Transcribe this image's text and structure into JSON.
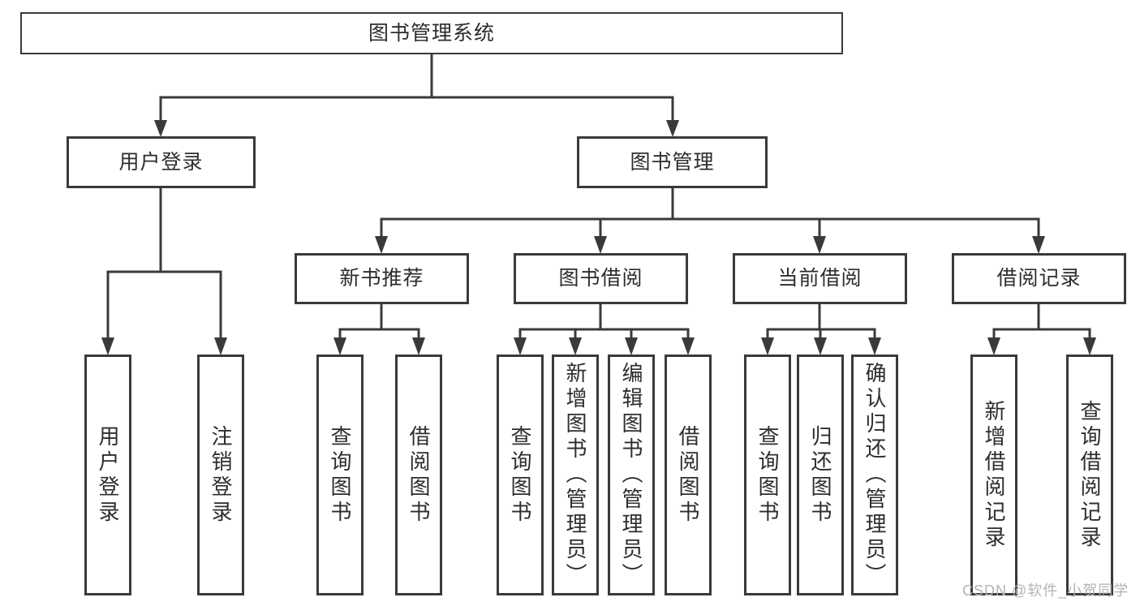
{
  "tree": {
    "root": {
      "label": "图书管理系统"
    },
    "children": [
      {
        "label": "用户登录",
        "children": [
          {
            "label": "用户登录"
          },
          {
            "label": "注销登录"
          }
        ]
      },
      {
        "label": "图书管理",
        "children": [
          {
            "label": "新书推荐",
            "children": [
              {
                "label": "查询图书"
              },
              {
                "label": "借阅图书"
              }
            ]
          },
          {
            "label": "图书借阅",
            "children": [
              {
                "label": "查询图书"
              },
              {
                "label": "新增图书（管理员）"
              },
              {
                "label": "编辑图书（管理员）"
              },
              {
                "label": "借阅图书"
              }
            ]
          },
          {
            "label": "当前借阅",
            "children": [
              {
                "label": "查询图书"
              },
              {
                "label": "归还图书"
              },
              {
                "label": "确认归还（管理员）"
              }
            ]
          },
          {
            "label": "借阅记录",
            "children": [
              {
                "label": "新增借阅记录"
              },
              {
                "label": "查询借阅记录"
              }
            ]
          }
        ]
      }
    ]
  },
  "watermark": {
    "text": "CSDN @软件_小贺同学"
  },
  "colors": {
    "line": "#3a3a3a",
    "box_border": "#3a3a3a",
    "text": "#2d2d2d",
    "watermark": "#b3b3b3",
    "background": "#ffffff"
  }
}
